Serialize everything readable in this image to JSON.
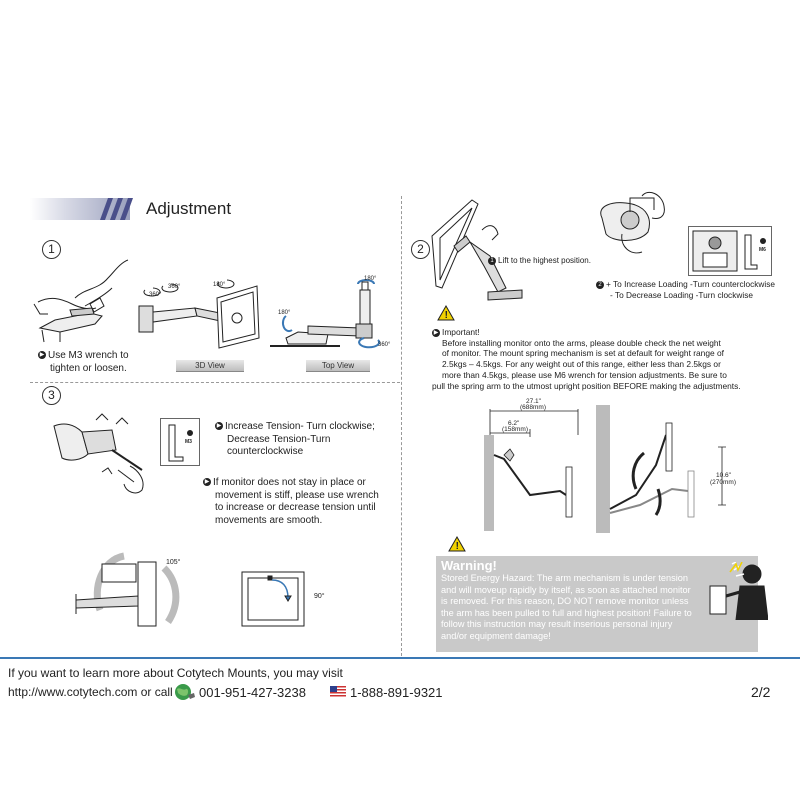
{
  "header": {
    "title": "Adjustment"
  },
  "steps": {
    "step1": "1",
    "step2": "2",
    "step3": "3"
  },
  "step1": {
    "instruction": "Use M3 wrench to tighten or loosen.",
    "instruction_line1": "Use M3 wrench to",
    "instruction_line2": "tighten or loosen.",
    "angles": [
      "360°",
      "360°",
      "180°",
      "180°",
      "180°",
      "360°"
    ],
    "view_3d": "3D View",
    "view_top": "Top View"
  },
  "step2": {
    "highest_position": "Lift to the highest position.",
    "increase_loading": "+ To Increase Loading -Turn counterclockwise",
    "decrease_loading": "- To Decrease Loading -Turn clockwise",
    "wrench_label": "M6",
    "important_title": "Important!",
    "important_lines": [
      "Before installing monitor onto the arms, please double check the net weight",
      "of monitor. The mount spring mechanism is set at default for weight range of",
      "2.5kgs – 4.5kgs. For any weight out of this range, either less than 2.5kgs or",
      "more than 4.5kgs, please use M6 wrench for tension adjustments. Be sure to",
      "pull the spring arm to the utmost upright position BEFORE making the adjustments."
    ],
    "dim_total": "27.1\"",
    "dim_total_mm": "(688mm)",
    "dim_inner": "6.2\"",
    "dim_inner_mm": "(158mm)",
    "dim_height": "10.6\"",
    "dim_height_mm": "(270mm)"
  },
  "step3": {
    "tension_line1": "Increase Tension- Turn clockwise;",
    "tension_line2": "Decrease Tension-Turn",
    "tension_line3": "counterclockwise",
    "wrench_label": "M3",
    "stay_lines": [
      "If monitor does not stay in place or",
      "movement is stiff, please use wrench",
      "to increase or decrease tension until",
      "movements are smooth."
    ],
    "angle_tilt": "105°",
    "angle_rotate": "90°"
  },
  "warning": {
    "title": "Warning!",
    "lines": [
      "Stored Energy Hazard: The arm mechanism is under tension",
      "and will moveup rapidly by itself, as soon as attached monitor",
      "is removed. For this reason, DO NOT remove monitor unless",
      "the arm has been pulled to full and highest position! Failure to",
      "follow this instruction may result inserious personal injury",
      "and/or equipment damage!"
    ]
  },
  "footer": {
    "line1": "If you want to learn more about Cotytech Mounts, you may visit",
    "line2": "http://www.cotytech.com or call",
    "phone_intl": "001-951-427-3238",
    "phone_us": "1-888-891-9321",
    "page": "2/2"
  },
  "colors": {
    "accent_blue": "#3a78b5",
    "warning_gray": "#c9c9c9",
    "header_gradient": "#9aa0bd"
  }
}
